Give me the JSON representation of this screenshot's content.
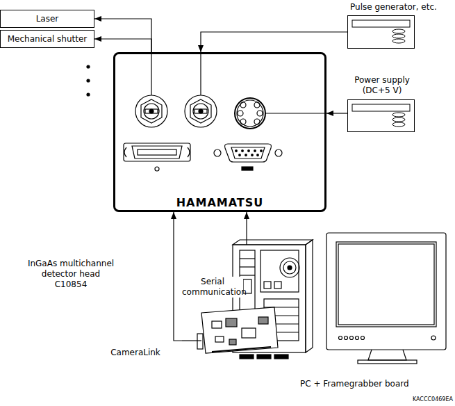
{
  "diagram": {
    "nodes": [
      {
        "text": [
          "Laser"
        ]
      },
      {
        "text": [
          "Mechanical shutter"
        ]
      },
      {
        "text": [
          "Pulse generator, etc."
        ]
      },
      {
        "text": [
          "Power supply (DC+5 V)"
        ]
      },
      {
        "text": [
          "HAMAMATSU"
        ]
      },
      {
        "text": [
          "PC + Framegrabber board"
        ]
      }
    ],
    "edges": [
      {
        "from": 4,
        "to": 0,
        "arrow": "to"
      },
      {
        "from": 4,
        "to": 1,
        "arrow": "to"
      },
      {
        "from": 2,
        "to": 4,
        "arrow": "to"
      },
      {
        "from": 3,
        "to": 4,
        "arrow": "to"
      },
      {
        "from": 5,
        "to": 4,
        "label": "CameraLink",
        "arrow": "to"
      },
      {
        "from": 5,
        "to": 4,
        "label": "Serial communication",
        "arrow": "to"
      }
    ],
    "labels": [
      "InGaAs multichannel detector head C10854",
      "KACCC0469EA"
    ]
  }
}
